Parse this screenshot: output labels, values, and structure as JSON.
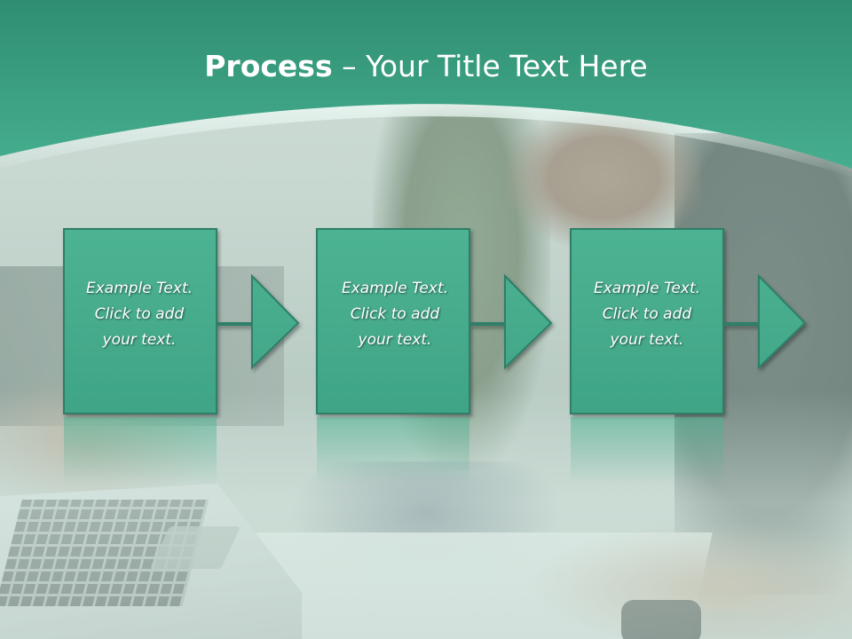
{
  "slide": {
    "title_bold": "Process",
    "title_dash": "–",
    "title_rest": "Your Title Text Here",
    "colors": {
      "accent": "#3fa88b",
      "header_dark": "#2d8a6f",
      "box_fill": "#45ab8c",
      "box_border": "#2b7a64",
      "text": "#ffffff"
    }
  },
  "steps": [
    {
      "line1": "Example Text.",
      "line2": "Click  to add",
      "line3": "your text."
    },
    {
      "line1": "Example Text.",
      "line2": "Click  to add",
      "line3": "your text."
    },
    {
      "line1": "Example Text.",
      "line2": "Click  to add",
      "line3": "your text."
    }
  ],
  "icons": [
    "arrow-right-icon"
  ]
}
